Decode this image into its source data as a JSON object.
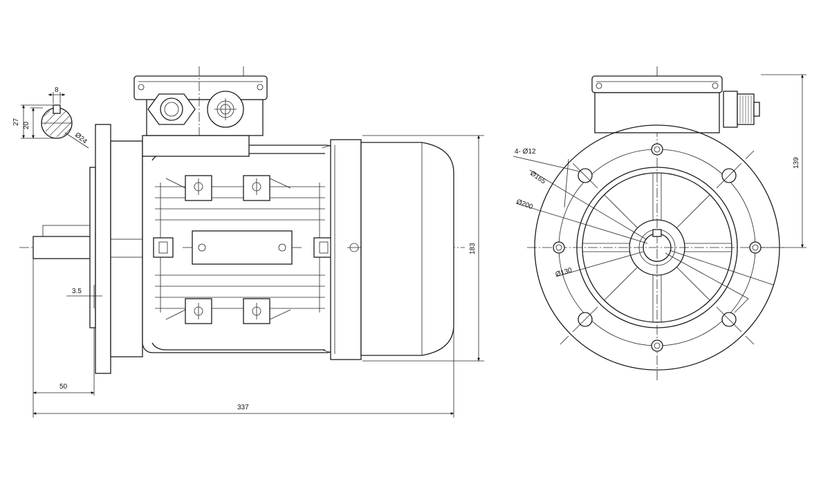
{
  "drawing": {
    "side_view": {
      "key_width": "8",
      "shaft_height_outer": "27",
      "shaft_height_inner": "20",
      "shaft_diameter": "Ø24",
      "shoulder": "3.5",
      "shaft_length": "50",
      "overall_length": "337",
      "overall_height": "183"
    },
    "end_view": {
      "holes": "4-  Ø12",
      "pcd": "Ø165",
      "flange_diameter": "Ø200",
      "spigot_diameter": "Ø130",
      "axis_height": "139"
    }
  }
}
